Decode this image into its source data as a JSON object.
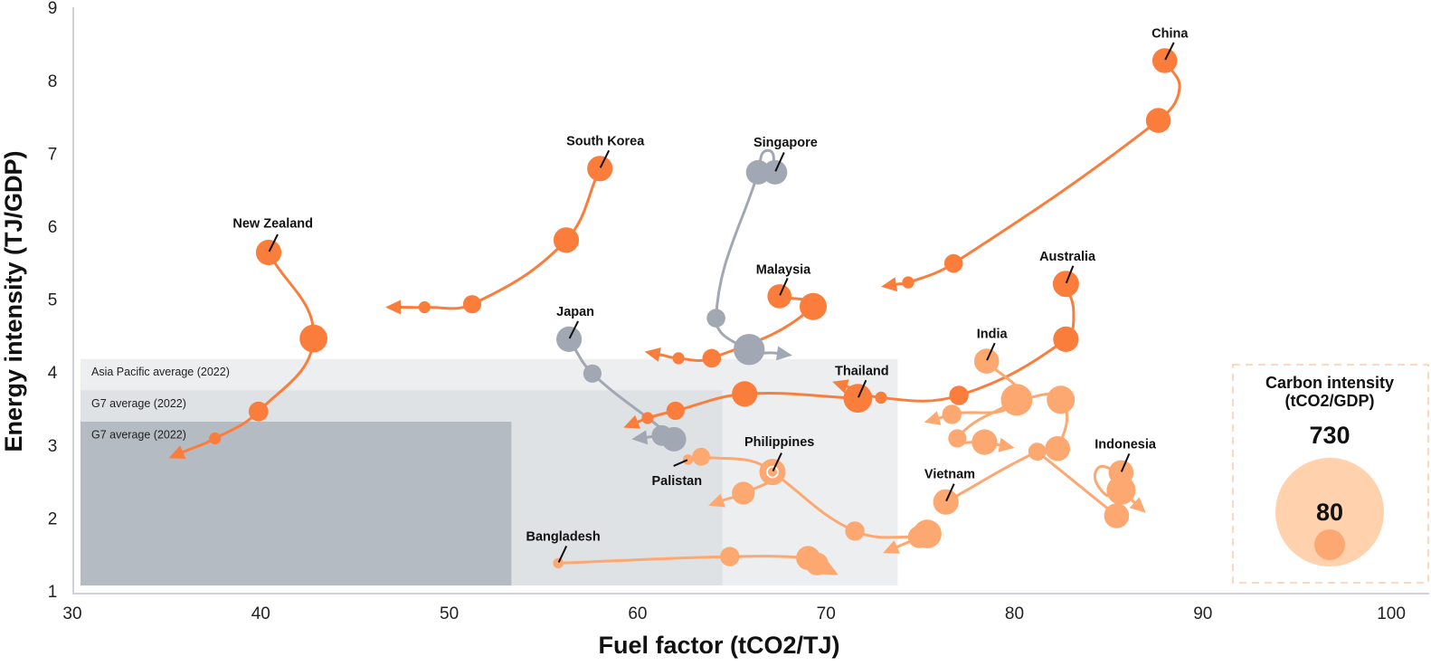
{
  "chart_data": {
    "type": "scatter",
    "title": "",
    "xlabel": "Fuel factor (tCO2/TJ)",
    "ylabel": "Energy intensity (TJ/GDP)",
    "xlim": [
      30,
      102
    ],
    "ylim": [
      1,
      9
    ],
    "x_ticks": [
      30,
      40,
      50,
      60,
      70,
      80,
      90,
      100
    ],
    "y_ticks": [
      1,
      2,
      3,
      4,
      5,
      6,
      7,
      8,
      9
    ],
    "grid": false,
    "size_variable": "Carbon intensity (tCO2/GDP)",
    "reference_regions": [
      {
        "label": "Asia Pacific average (2022)",
        "fuel_factor": 73.8,
        "energy_intensity": 4.18,
        "color": "#edeef0"
      },
      {
        "label": "G7 average (2022)",
        "fuel_factor": 64.5,
        "energy_intensity": 3.75,
        "color": "#dfe2e5"
      },
      {
        "label": "G7 average (2022)",
        "fuel_factor": 53.3,
        "energy_intensity": 3.32,
        "color": "#b5bbc3"
      }
    ],
    "series": [
      {
        "name": "China",
        "color": "#fb7d3c",
        "paths": [
          {
            "points": [
              {
                "x": 87.98,
                "y": 8.27,
                "ci": 480
              },
              {
                "x": 88.76,
                "y": 7.89,
                "via": true
              },
              {
                "x": 87.64,
                "y": 7.45,
                "ci": 480
              },
              {
                "x": 76.77,
                "y": 5.49,
                "ci": 270
              },
              {
                "x": 74.36,
                "y": 5.23,
                "ci": 115
              }
            ],
            "arrow_to": {
              "x": 72.92,
              "y": 5.17
            }
          }
        ]
      },
      {
        "name": "South Korea",
        "color": "#fb7d3c",
        "paths": [
          {
            "points": [
              {
                "x": 58.0,
                "y": 6.79,
                "ci": 500
              },
              {
                "x": 56.21,
                "y": 5.81,
                "ci": 500
              },
              {
                "x": 51.22,
                "y": 4.93,
                "ci": 260
              },
              {
                "x": 48.69,
                "y": 4.89,
                "ci": 110
              }
            ],
            "arrow_to": {
              "x": 46.61,
              "y": 4.89
            }
          }
        ]
      },
      {
        "name": "New Zealand",
        "color": "#fb7d3c",
        "paths": [
          {
            "points": [
              {
                "x": 40.42,
                "y": 5.64,
                "ci": 500
              },
              {
                "x": 42.8,
                "y": 4.46,
                "ci": 600
              },
              {
                "x": 39.88,
                "y": 3.46,
                "ci": 300
              },
              {
                "x": 37.57,
                "y": 3.09,
                "ci": 110
              }
            ],
            "arrow_to": {
              "x": 35.12,
              "y": 2.82
            }
          }
        ]
      },
      {
        "name": "Singapore",
        "color": "#a2a8b3",
        "paths": [
          {
            "points": [
              {
                "x": 67.29,
                "y": 6.74,
                "ci": 460
              },
              {
                "x": 66.92,
                "y": 7.04,
                "via": true
              },
              {
                "x": 66.4,
                "y": 6.74,
                "ci": 460
              },
              {
                "x": 64.16,
                "y": 4.74,
                "ci": 270
              },
              {
                "x": 65.92,
                "y": 4.31,
                "ci": 750
              }
            ],
            "arrow_to": {
              "x": 68.21,
              "y": 4.23
            }
          }
        ]
      },
      {
        "name": "Malaysia",
        "color": "#fb7d3c",
        "paths": [
          {
            "points": [
              {
                "x": 67.53,
                "y": 5.04,
                "ci": 450
              },
              {
                "x": 69.32,
                "y": 4.9,
                "ci": 570
              },
              {
                "x": 63.93,
                "y": 4.19,
                "ci": 270
              },
              {
                "x": 62.17,
                "y": 4.19,
                "ci": 110
              }
            ],
            "arrow_to": {
              "x": 60.37,
              "y": 4.28
            }
          }
        ]
      },
      {
        "name": "Japan",
        "color": "#a2a8b3",
        "paths": [
          {
            "points": [
              {
                "x": 56.36,
                "y": 4.45,
                "ci": 500
              },
              {
                "x": 57.6,
                "y": 3.98,
                "ci": 260
              },
              {
                "x": 61.93,
                "y": 3.08,
                "ci": 460
              },
              {
                "x": 61.29,
                "y": 3.13,
                "ci": 330
              }
            ],
            "arrow_to": {
              "x": 59.68,
              "y": 3.08
            }
          }
        ]
      },
      {
        "name": "Thailand",
        "color": "#fb7d3c",
        "paths": [
          {
            "points": [
              {
                "x": 71.69,
                "y": 3.64,
                "ci": 640
              },
              {
                "x": 65.68,
                "y": 3.7,
                "ci": 500
              },
              {
                "x": 62.01,
                "y": 3.47,
                "ci": 260
              },
              {
                "x": 60.53,
                "y": 3.37,
                "ci": 110
              }
            ],
            "arrow_to": {
              "x": 59.25,
              "y": 3.24
            }
          }
        ]
      },
      {
        "name": "Australia",
        "color": "#fb7d3c",
        "paths": [
          {
            "points": [
              {
                "x": 82.73,
                "y": 5.21,
                "ci": 530
              },
              {
                "x": 83.14,
                "y": 4.83,
                "via": true
              },
              {
                "x": 82.73,
                "y": 4.45,
                "ci": 500
              },
              {
                "x": 77.05,
                "y": 3.68,
                "ci": 290
              },
              {
                "x": 72.92,
                "y": 3.65,
                "ci": 110
              }
            ],
            "arrow_to": {
              "x": 70.33,
              "y": 3.87
            }
          }
        ]
      },
      {
        "name": "India",
        "color": "#fda771",
        "paths": [
          {
            "points": [
              {
                "x": 78.52,
                "y": 4.15,
                "ci": 480
              },
              {
                "x": 80.12,
                "y": 3.62,
                "ci": 770
              },
              {
                "x": 76.68,
                "y": 3.42,
                "ci": 290
              }
            ],
            "arrow_to": {
              "x": 75.21,
              "y": 3.31
            }
          },
          {
            "points": [
              {
                "x": 80.12,
                "y": 3.62,
                "via": true
              },
              {
                "x": 76.97,
                "y": 3.09,
                "ci": 260
              },
              {
                "x": 78.41,
                "y": 3.04,
                "ci": 500
              }
            ],
            "arrow_to": {
              "x": 80.01,
              "y": 2.96
            }
          }
        ]
      },
      {
        "name": "Vietnam",
        "color": "#fda771",
        "paths": [
          {
            "points": [
              {
                "x": 76.36,
                "y": 2.22,
                "ci": 500
              },
              {
                "x": 81.21,
                "y": 2.91,
                "ci": 250
              },
              {
                "x": 82.29,
                "y": 2.95,
                "ci": 480
              },
              {
                "x": 82.46,
                "y": 3.62,
                "ci": 610
              },
              {
                "x": 80.12,
                "y": 3.62,
                "via": true
              }
            ],
            "arrow_to": null
          }
        ]
      },
      {
        "name": "Indonesia",
        "color": "#fda771",
        "paths": [
          {
            "points": [
              {
                "x": 85.66,
                "y": 2.62,
                "ci": 480
              },
              {
                "x": 84.39,
                "y": 2.67,
                "via": true
              },
              {
                "x": 84.83,
                "y": 2.32,
                "via": true
              },
              {
                "x": 85.66,
                "y": 2.38,
                "ci": 650
              }
            ],
            "arrow_to": {
              "x": 86.97,
              "y": 2.07
            }
          },
          {
            "points": [
              {
                "x": 85.42,
                "y": 2.03,
                "ci": 480
              },
              {
                "x": 81.21,
                "y": 2.91,
                "via": true
              }
            ],
            "arrow_to": null
          }
        ]
      },
      {
        "name": "Philippines",
        "color": "#fda771",
        "paths": [
          {
            "points": [
              {
                "x": 67.16,
                "y": 2.63,
                "ci": 530
              },
              {
                "x": 71.53,
                "y": 1.82,
                "ci": 290
              },
              {
                "x": 74.94,
                "y": 1.74,
                "ci": 380
              },
              {
                "x": 75.37,
                "y": 1.78,
                "ci": 630
              }
            ],
            "arrow_to": {
              "x": 73.02,
              "y": 1.52
            }
          }
        ]
      },
      {
        "name": "Palistan",
        "color": "#fda771",
        "paths": [
          {
            "points": [
              {
                "x": 62.68,
                "y": 2.8,
                "ci": 85
              },
              {
                "x": 63.37,
                "y": 2.84,
                "ci": 250
              },
              {
                "x": 67.16,
                "y": 2.63,
                "ci": 90,
                "outline": "#ffffff"
              },
              {
                "x": 65.61,
                "y": 2.34,
                "ci": 400
              }
            ],
            "arrow_to": {
              "x": 63.76,
              "y": 2.17
            }
          }
        ]
      },
      {
        "name": "Bangladesh",
        "color": "#fda771",
        "paths": [
          {
            "points": [
              {
                "x": 55.79,
                "y": 1.38,
                "ci": 85
              },
              {
                "x": 64.89,
                "y": 1.47,
                "ci": 290
              },
              {
                "x": 69.05,
                "y": 1.45,
                "ci": 450
              },
              {
                "x": 69.52,
                "y": 1.37,
                "ci": 400
              }
            ],
            "arrow_to": {
              "x": 70.65,
              "y": 1.22
            }
          }
        ]
      }
    ],
    "legend": {
      "title": "Carbon intensity",
      "unit": "(tCO2/GDP)",
      "position": "bottom-right",
      "sizes": [
        730,
        80
      ],
      "large_color": "#ffd1ad",
      "small_color": "#fda872",
      "border_color": "#fdcba8"
    }
  },
  "colors": {
    "high_intensity": "#fb7d3c",
    "low_intensity": "#fda771",
    "developed_gray": "#a2a8b3",
    "axis": "#cfd3d9",
    "label": "#111111"
  }
}
